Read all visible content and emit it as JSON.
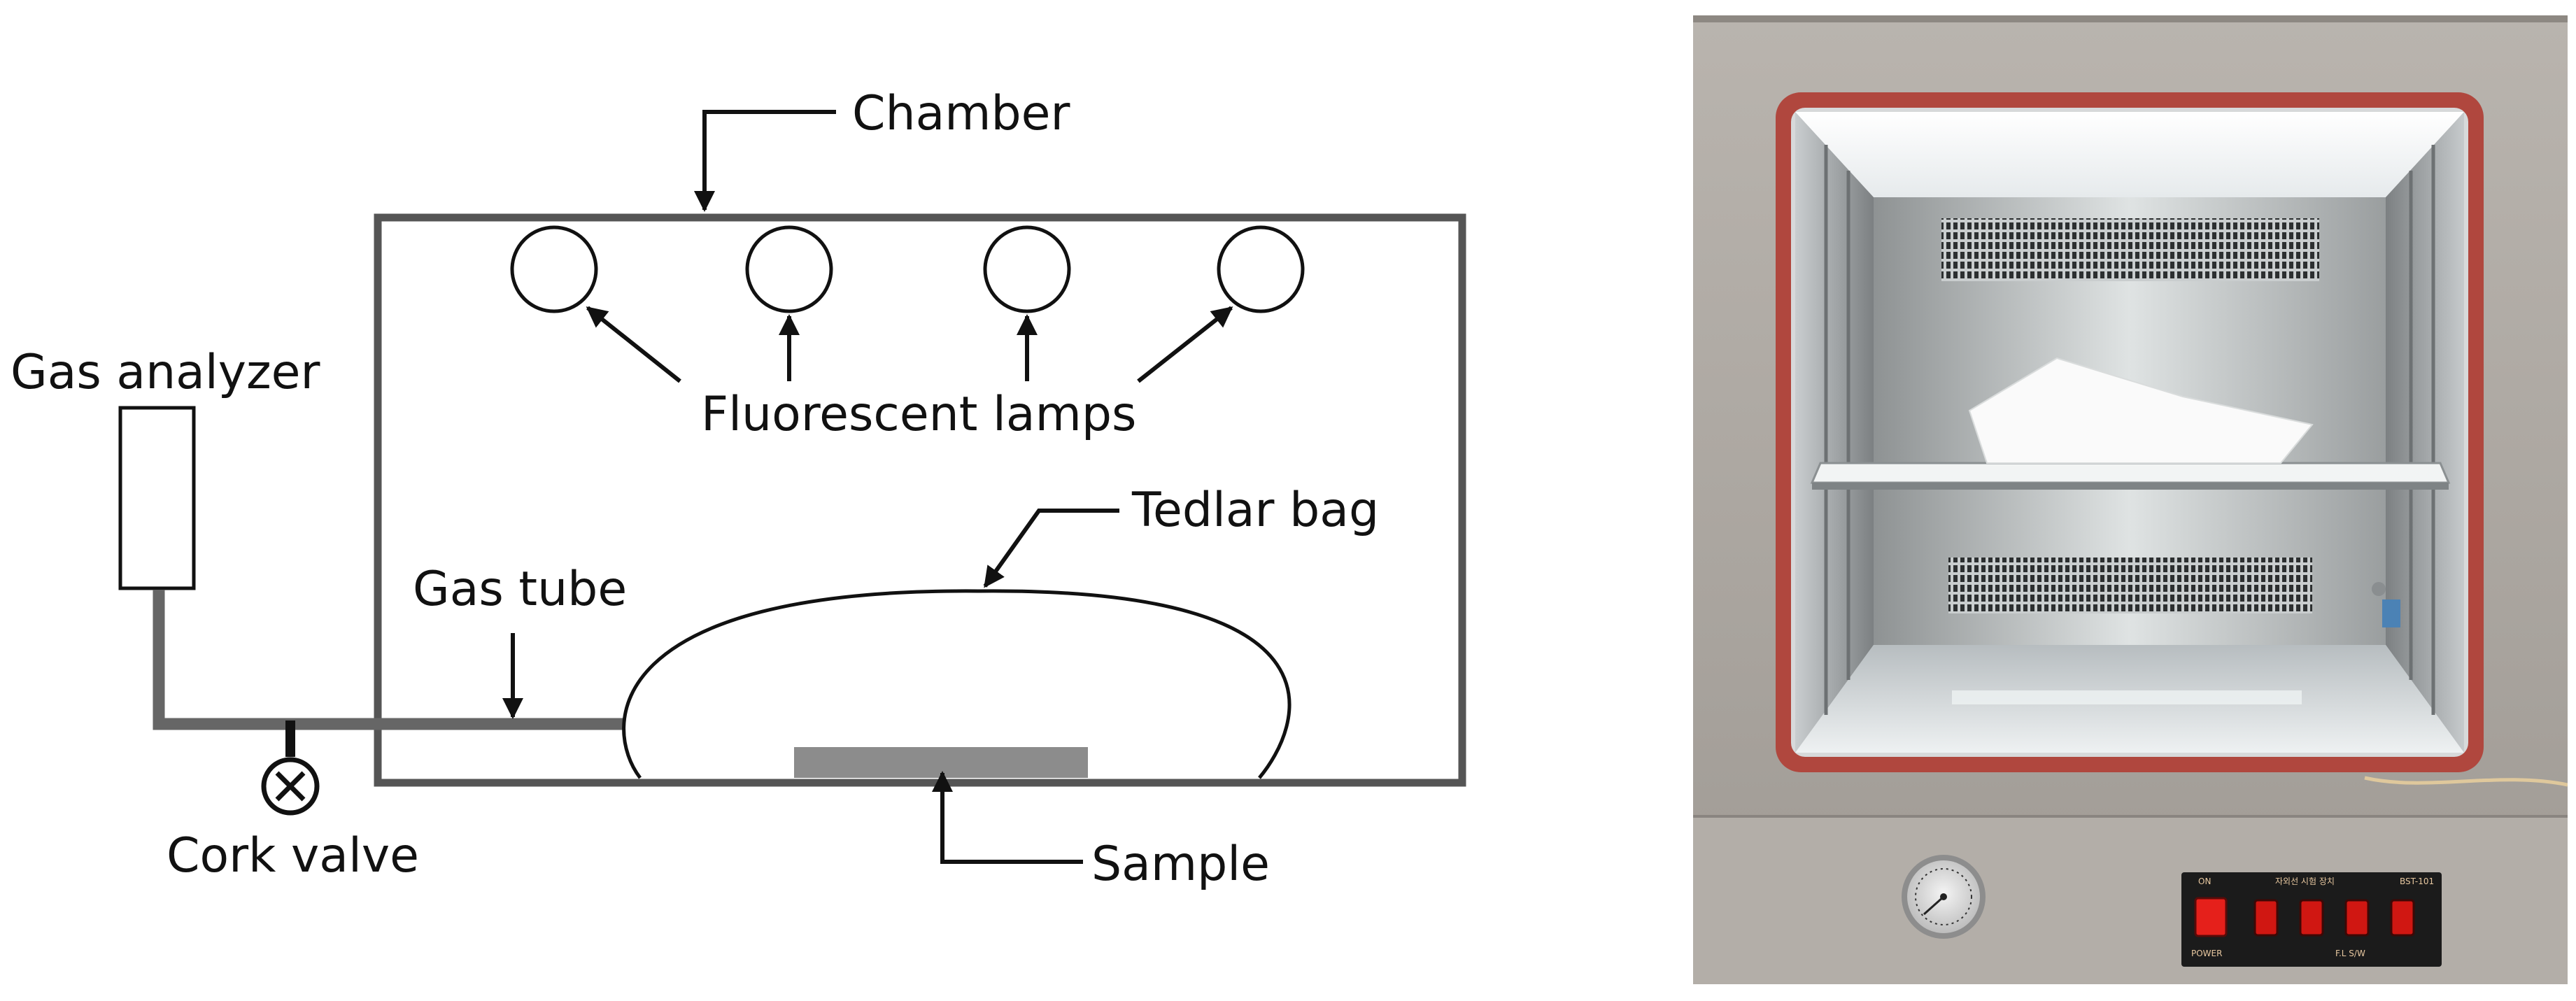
{
  "labels": {
    "chamber": "Chamber",
    "gas_analyzer": "Gas analyzer",
    "fluorescent_lamps": "Fluorescent lamps",
    "tedlar_bag": "Tedlar bag",
    "gas_tube": "Gas tube",
    "cork_valve": "Cork valve",
    "sample": "Sample"
  },
  "photo": {
    "panel_labels": {
      "on": "ON",
      "power": "POWER",
      "header": "자외선 시험 장치",
      "model": "BST-101",
      "fl_sw": "F.L S/W"
    }
  },
  "colors": {
    "outline": "#555555",
    "sample_fill": "#8c8c8c",
    "cabinet": "#ada8a2",
    "door_seal": "#b0473e",
    "indicator_red": "#e5201b"
  }
}
